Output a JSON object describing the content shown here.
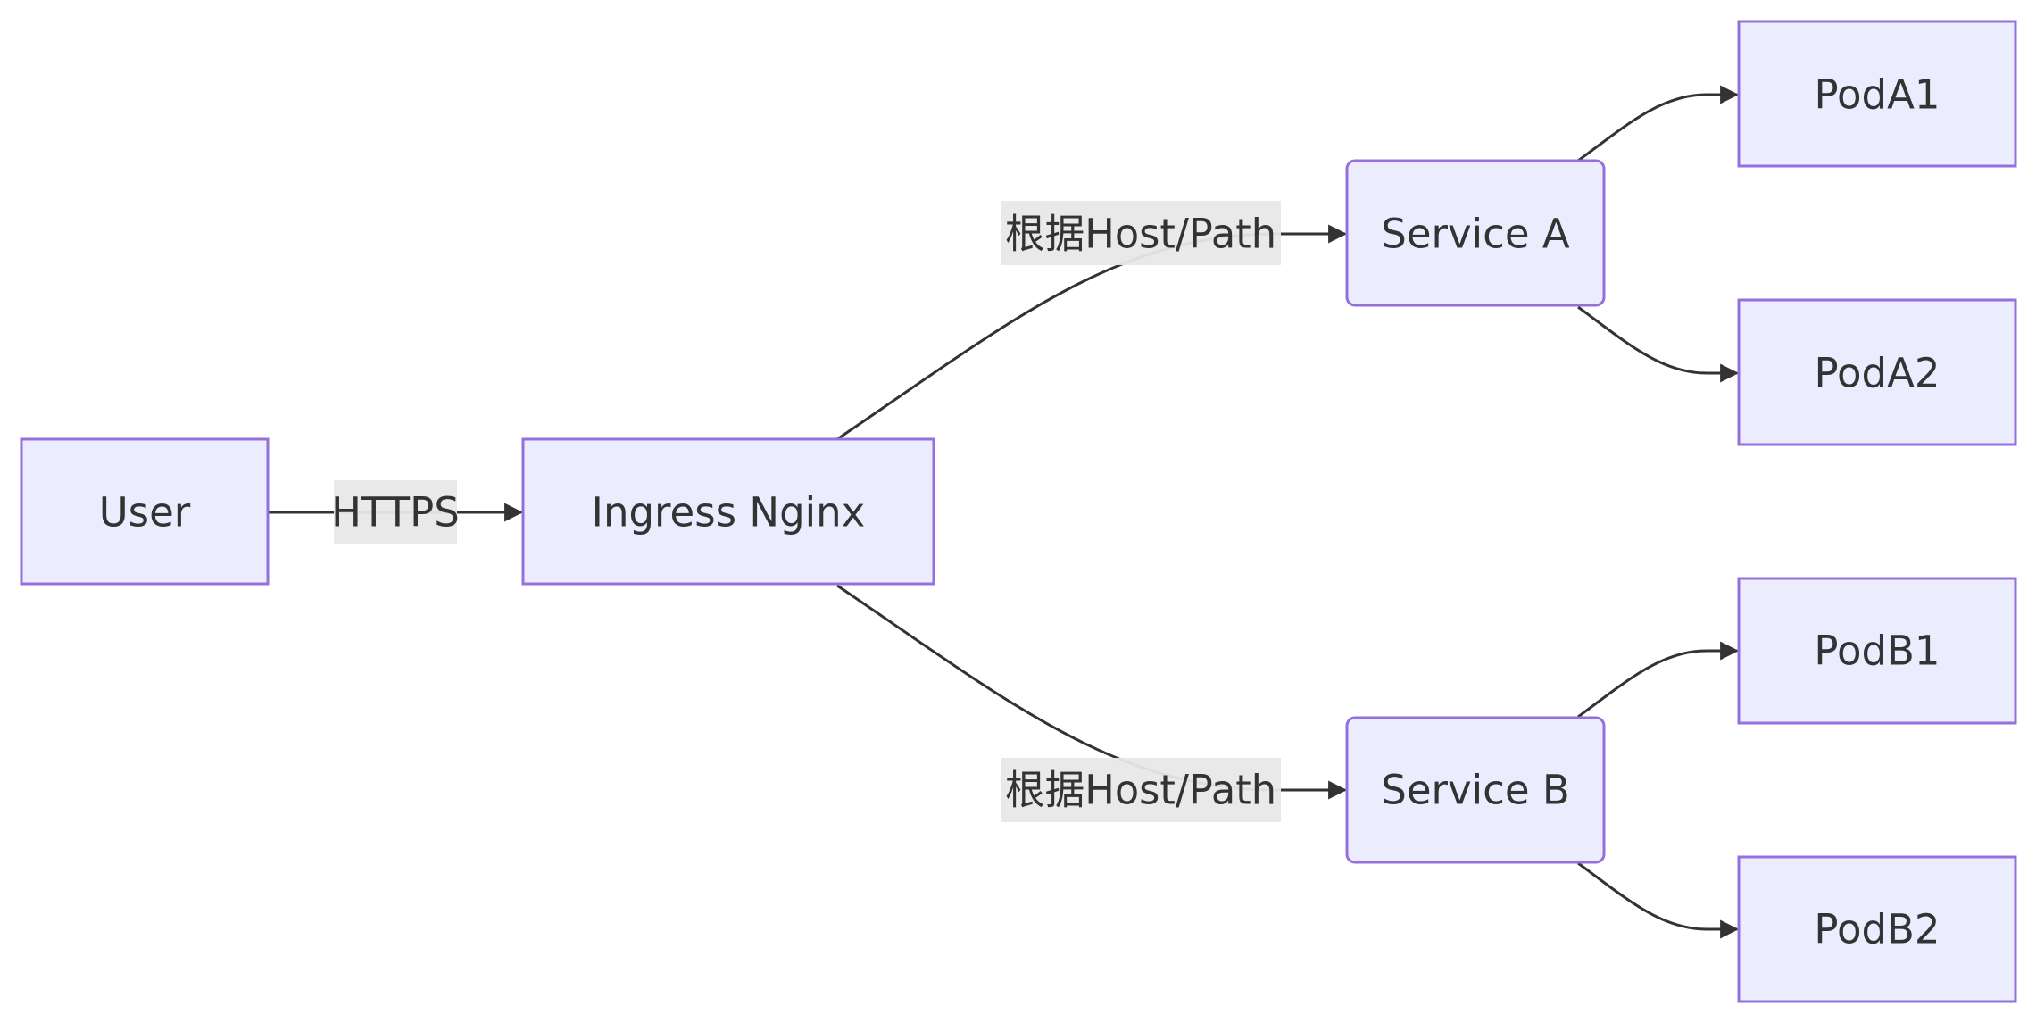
{
  "nodes": {
    "user": "User",
    "ingress": "Ingress Nginx",
    "service_a": "Service A",
    "service_b": "Service B",
    "pod_a1": "PodA1",
    "pod_a2": "PodA2",
    "pod_b1": "PodB1",
    "pod_b2": "PodB2"
  },
  "edge_labels": {
    "user_to_ingress": "HTTPS",
    "ingress_to_service_a": "根据Host/Path",
    "ingress_to_service_b": "根据Host/Path"
  },
  "colors": {
    "node_fill": "#ECECFF",
    "node_stroke": "#9370DB",
    "edge": "#333333",
    "label_bg": "#e8e8e8"
  }
}
